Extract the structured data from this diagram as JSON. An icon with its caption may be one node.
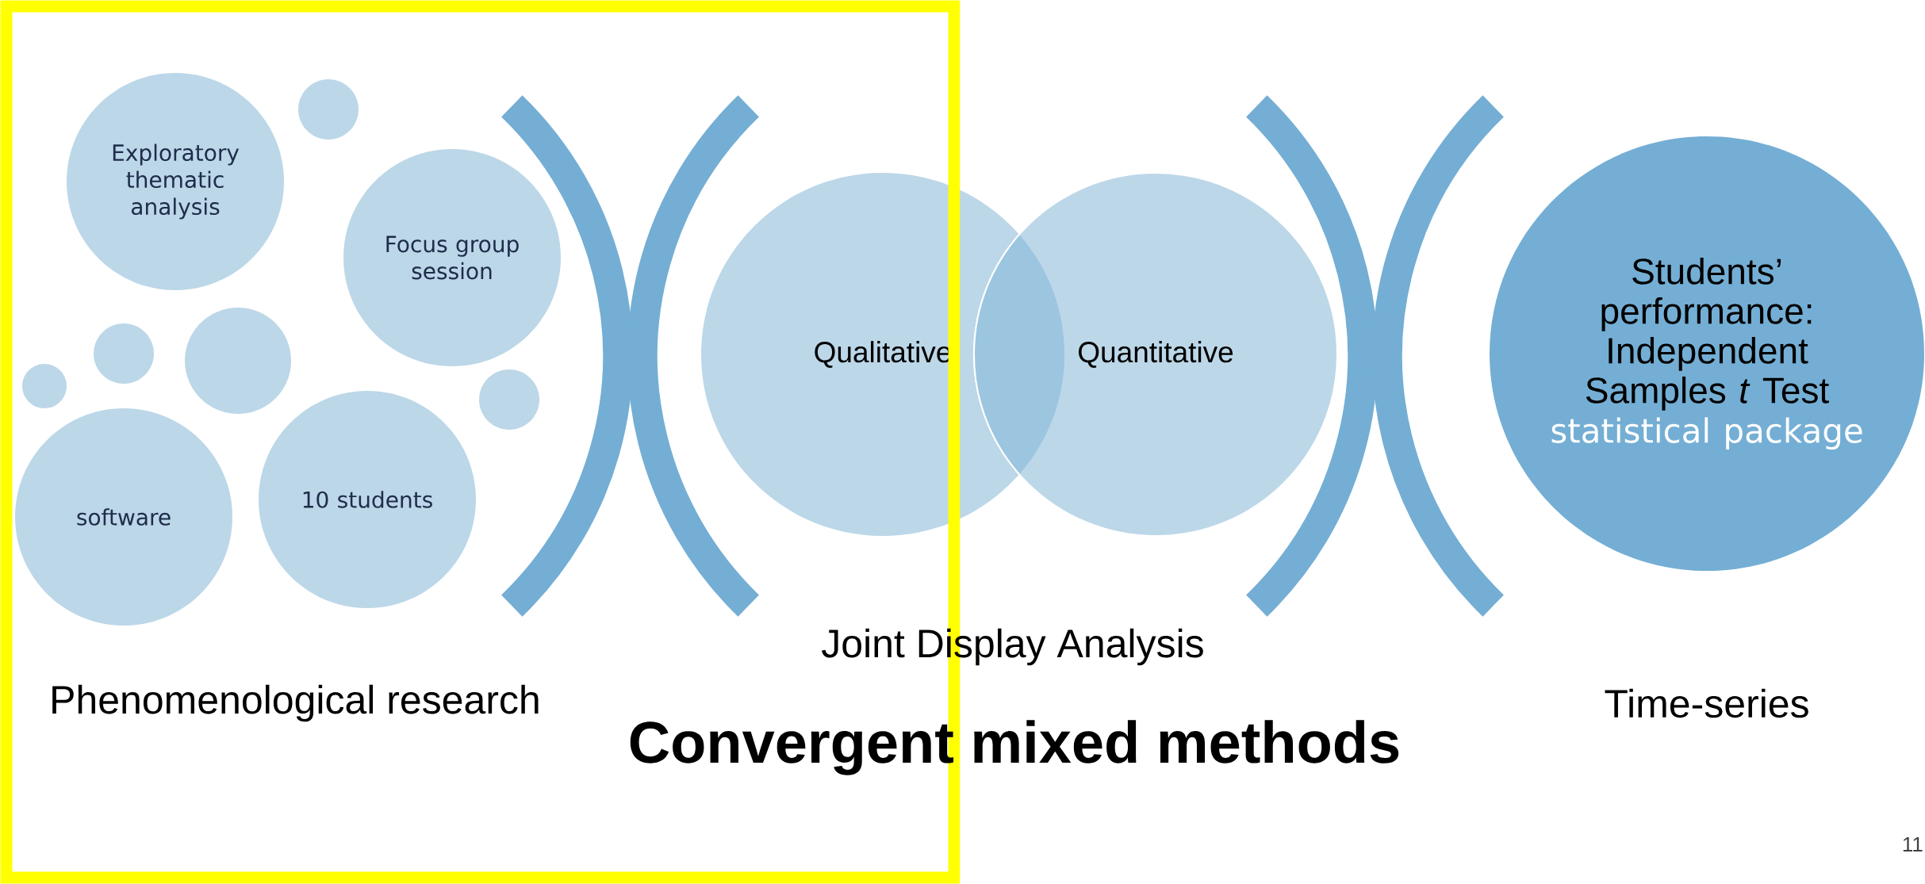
{
  "diagram": {
    "title": "Convergent mixed methods",
    "nodes": [
      {
        "text": [
          "Exploratory thematic analysis"
        ]
      },
      {
        "text": [],
        "shape": "circle"
      },
      {
        "text": [
          "Focus group session"
        ]
      },
      {
        "text": [],
        "shape": "circle"
      },
      {
        "text": [],
        "shape": "circle"
      },
      {
        "text": [],
        "shape": "circle"
      },
      {
        "text": [],
        "shape": "circle"
      },
      {
        "text": [
          "software"
        ]
      },
      {
        "text": [
          "10 students"
        ]
      },
      {
        "text": [
          "Qualitative"
        ]
      },
      {
        "text": [
          "Quantitative"
        ]
      },
      {
        "text": [
          "Students’ performance: Independent Samples *t* Test",
          "statistical package"
        ]
      }
    ],
    "labels": [
      "Joint Display Analysis",
      "Phenomenological research",
      "Time-series",
      "11"
    ]
  }
}
